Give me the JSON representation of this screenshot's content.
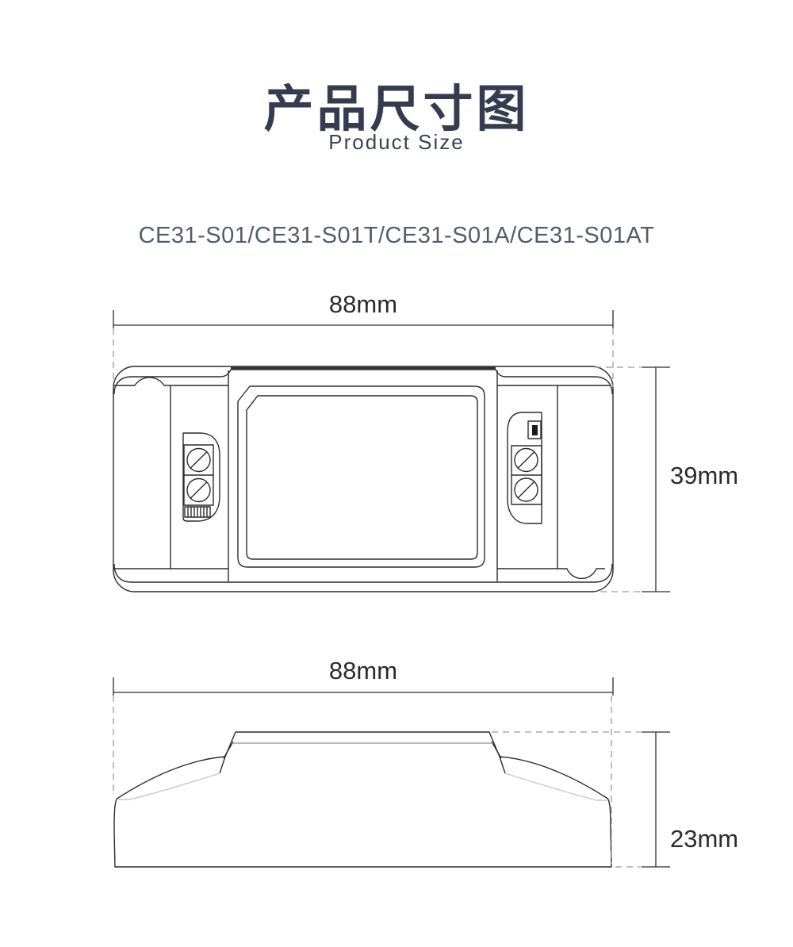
{
  "header": {
    "title": "产品尺寸图",
    "subtitle": "Product Size",
    "models": "CE31-S01/CE31-S01T/CE31-S01A/CE31-S01AT"
  },
  "views": {
    "top_view": {
      "width": "88mm",
      "height": "39mm"
    },
    "side_view": {
      "width": "88mm",
      "height": "23mm"
    }
  },
  "colors": {
    "background": "#ffffff",
    "title_ink": "#353c4f",
    "model_ink": "#545b6a",
    "drawing_line": "#2c2c2c",
    "light_line": "#c9c9c9",
    "dash_line": "#9b9b9b"
  }
}
